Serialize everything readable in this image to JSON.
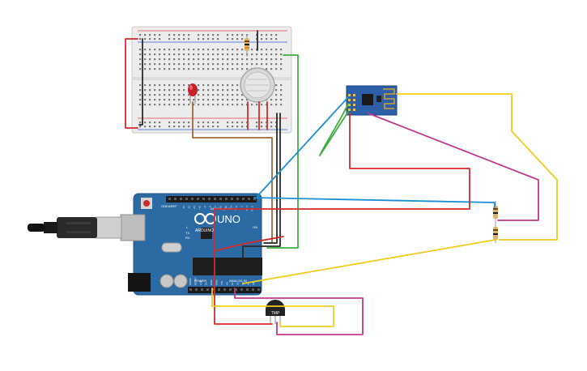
{
  "board": {
    "name": "UNO",
    "brand": "ARDUINO",
    "header_digital": "DIGITAL (PWM~)",
    "header_analog": "ANALOG IN",
    "header_power": "POWER",
    "label_aref": "AREF",
    "label_gnd": "GND",
    "label_l": "L",
    "label_tx": "TX",
    "label_rx": "RX",
    "label_on": "ON",
    "digital_pins": [
      "13",
      "12",
      "~11",
      "~10",
      "~9",
      "8",
      "7",
      "~6",
      "~5",
      "4",
      "~3",
      "2",
      "TX 1",
      "RX 0"
    ],
    "power_pins": [
      "IOREF",
      "RESET",
      "3.3V",
      "5V",
      "GND",
      "GND",
      "VIN"
    ],
    "analog_pins": [
      "A0",
      "A1",
      "A2",
      "A3",
      "A4",
      "A5"
    ]
  },
  "sensor": {
    "label": "TMP"
  },
  "wire_colors": {
    "red": "#d42b2b",
    "black": "#2a2a2a",
    "green": "#3fae3f",
    "blue": "#1a8fd6",
    "brown": "#9b6a3a",
    "yellow": "#f0cc1f",
    "magenta": "#c2378c"
  },
  "component_colors": {
    "board": "#2b6aa3",
    "breadboard": "#ececec",
    "esp_module": "#2d5fa8",
    "led": "#c8202a"
  }
}
